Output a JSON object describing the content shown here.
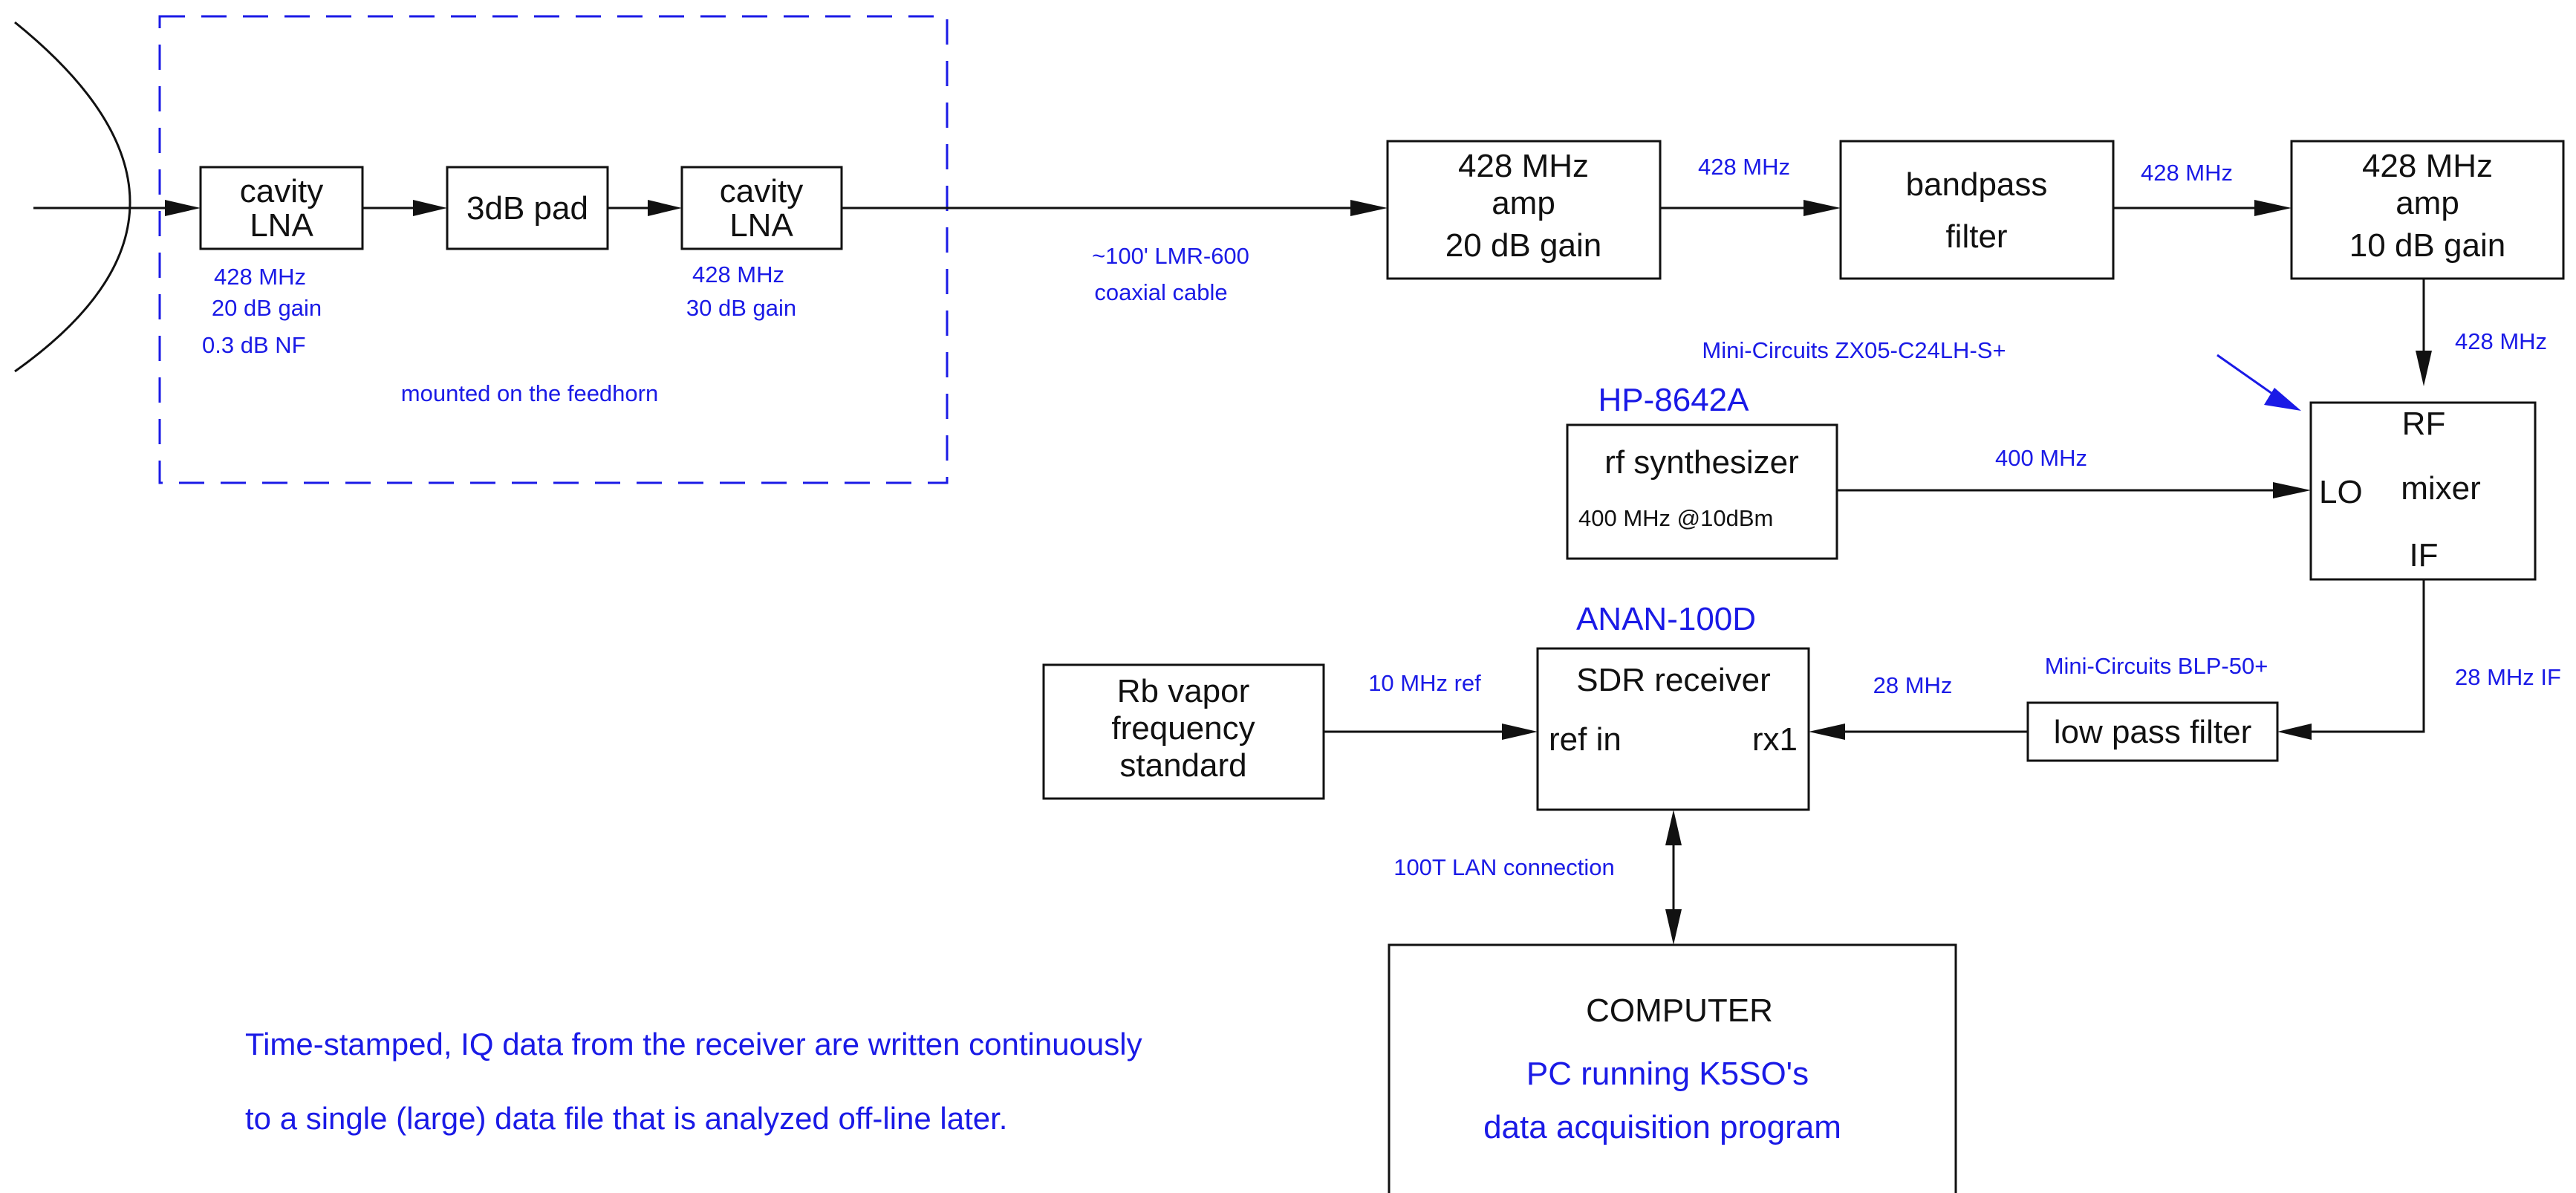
{
  "front_end": {
    "lna1": {
      "line1": "cavity",
      "line2": "LNA",
      "freq": "428 MHz",
      "gain": "20 dB gain",
      "nf": "0.3 dB NF"
    },
    "pad": {
      "label": "3dB pad"
    },
    "lna2": {
      "line1": "cavity",
      "line2": "LNA",
      "freq": "428 MHz",
      "gain": "30 dB gain"
    },
    "enclosure_note": "mounted on the feedhorn"
  },
  "cable": {
    "line1": "~100' LMR-600",
    "line2": "coaxial cable"
  },
  "amp1": {
    "line1": "428 MHz",
    "line2": "amp",
    "line3": "20 dB gain"
  },
  "link_amp1_filter": "428 MHz",
  "bandpass": {
    "line1": "bandpass",
    "line2": "filter"
  },
  "link_filter_amp2": "428 MHz",
  "amp2": {
    "line1": "428 MHz",
    "line2": "amp",
    "line3": "10 dB gain"
  },
  "link_amp2_mixer": "428 MHz",
  "mixer": {
    "part": "Mini-Circuits ZX05-C24LH-S+",
    "rf": "RF",
    "lo": "LO",
    "label": "mixer",
    "if": "IF"
  },
  "synth": {
    "model": "HP-8642A",
    "label": "rf synthesizer",
    "setting": "400 MHz @10dBm"
  },
  "link_synth_mixer": "400 MHz",
  "link_mixer_lpf": "28 MHz IF",
  "lpf": {
    "part": "Mini-Circuits BLP-50+",
    "label": "low pass filter"
  },
  "link_lpf_sdr": "28 MHz",
  "sdr": {
    "model": "ANAN-100D",
    "label": "SDR receiver",
    "ref_in": "ref in",
    "rx1": "rx1"
  },
  "rb": {
    "line1": "Rb vapor",
    "line2": "frequency",
    "line3": "standard"
  },
  "link_rb_sdr": "10 MHz ref",
  "link_lan": "100T LAN connection",
  "computer": {
    "title": "COMPUTER",
    "line1": "PC running K5SO's",
    "line2": "data acquisition program"
  },
  "note": {
    "line1": "Time-stamped, IQ data from the receiver are written continuously",
    "line2": "to a single (large) data file that is analyzed off-line later."
  },
  "colors": {
    "annotation": "#1a1ae6",
    "lines": "#111111",
    "background": "#ffffff"
  }
}
